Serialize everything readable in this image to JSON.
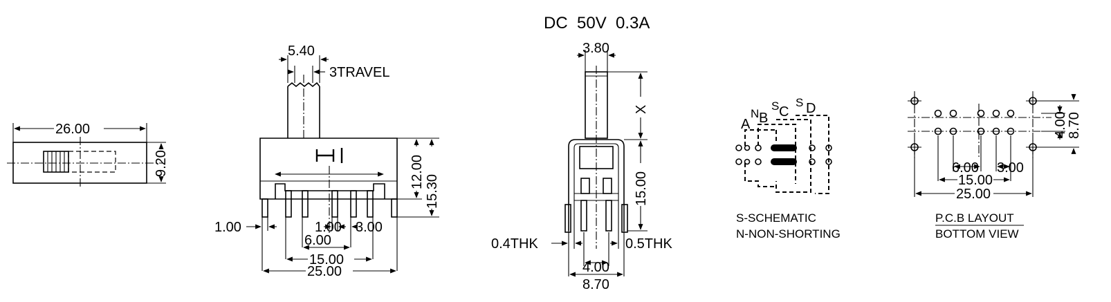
{
  "header": {
    "rating": "DC  50V  0.3A"
  },
  "top_view": {
    "width": "26.00",
    "height": "9.20"
  },
  "front_view": {
    "actuator_width": "5.40",
    "travel": "3TRAVEL",
    "body_height": "12.00",
    "overall_height": "15.30",
    "pin_width": "1.00",
    "pin_gap": "1.00",
    "pin_pitch_outer": "3.00",
    "pin_pitch": "6.00",
    "pin_span": "15.00",
    "overall_length": "25.00"
  },
  "side_view": {
    "actuator_width": "3.80",
    "actuator_height": "X",
    "body_height": "15.00",
    "left_thickness": "0.4THK",
    "right_thickness": "0.5THK",
    "pin_spacing": "4.00",
    "overall_width": "8.70"
  },
  "schematic": {
    "labels": {
      "a": "A",
      "b": "B",
      "c": "C",
      "d": "D",
      "n": "N",
      "s1": "S",
      "s2": "S"
    },
    "legend_s": "S-SCHEMATIC",
    "legend_n": "N-NON-SHORTING"
  },
  "pcb_layout": {
    "row_spacing": "4.00",
    "overall_height": "8.70",
    "pitch_a": "6.00",
    "pitch_b": "3.00",
    "inner_span": "15.00",
    "overall_span": "25.00",
    "title": "P.C.B LAYOUT",
    "subtitle": "BOTTOM VIEW"
  },
  "colors": {
    "ink": "#000000",
    "paper": "#ffffff"
  }
}
